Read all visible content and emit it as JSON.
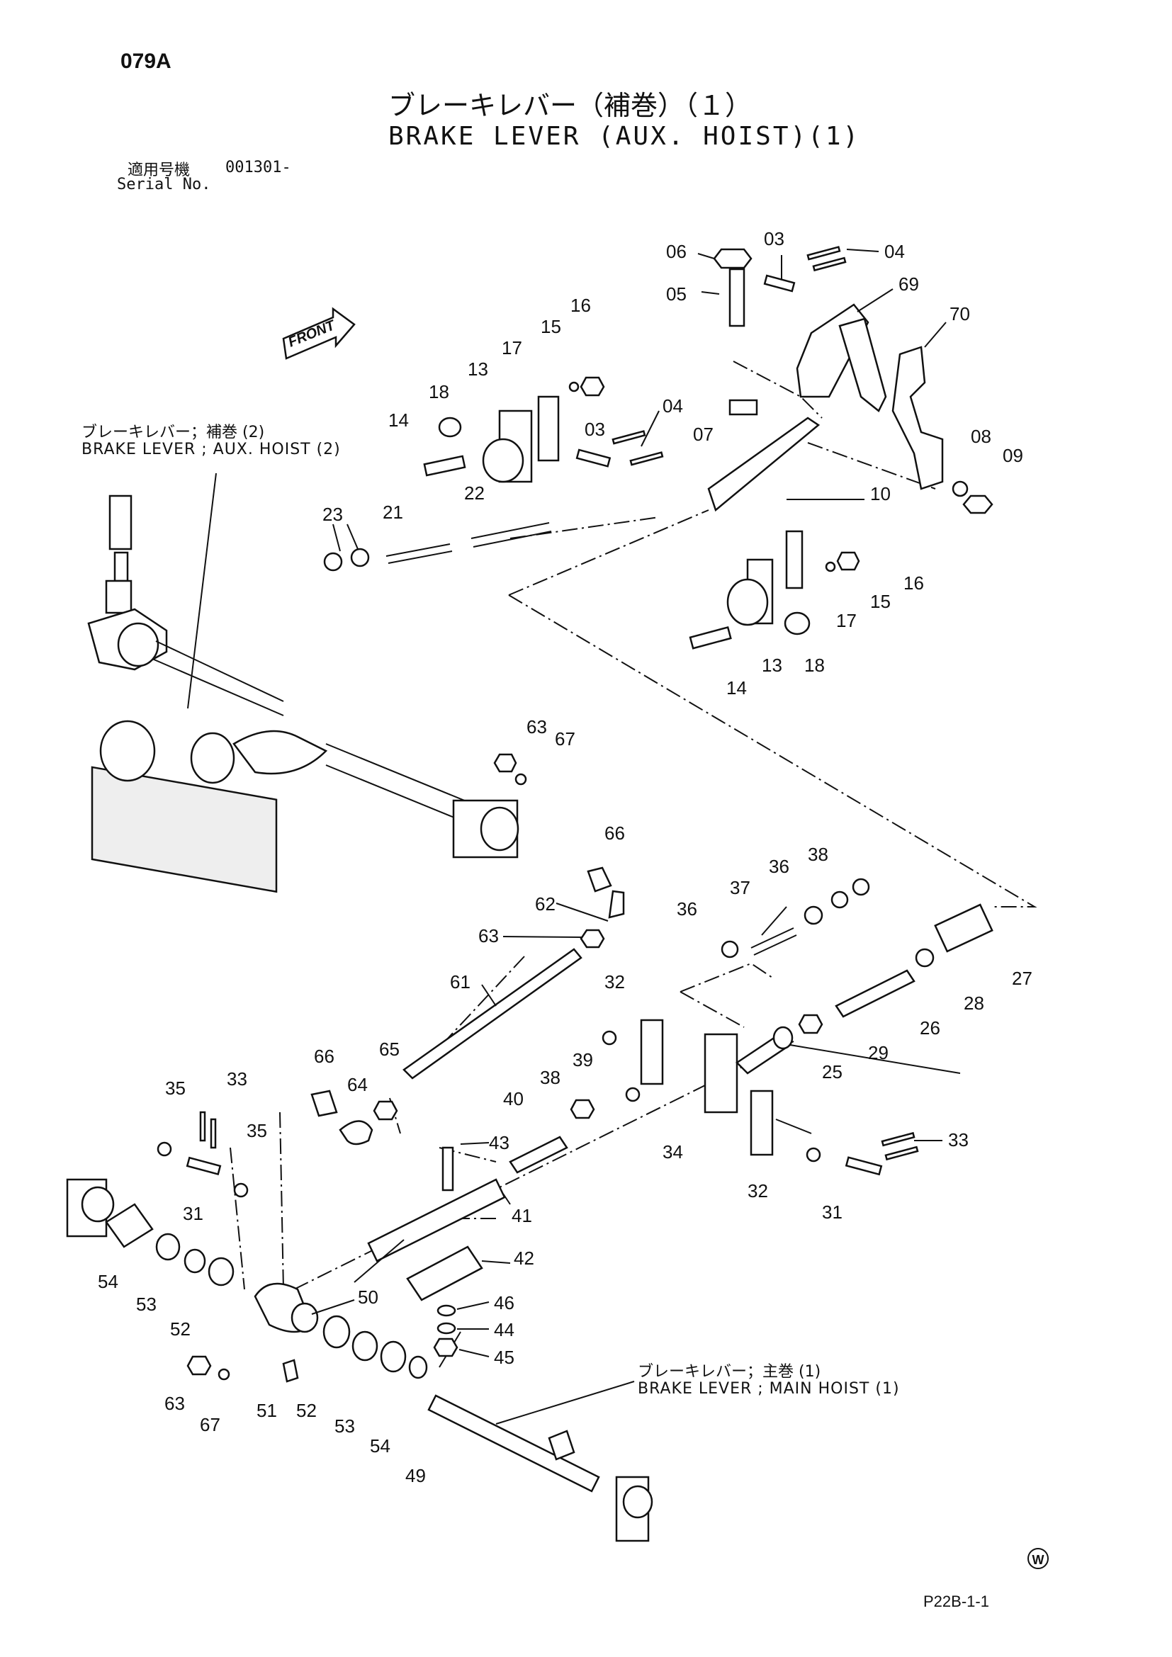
{
  "header": {
    "page_code": "079A",
    "title_jp": "ブレーキレバー（補巻）（１）",
    "title_en": "BRAKE LEVER (AUX. HOIST)(1)",
    "serial_label_jp": "適用号機",
    "serial_value": "001301-",
    "serial_label_en": "Serial No."
  },
  "notes": {
    "aux_hoist_2_jp": "ブレーキレバー；補巻 (2)",
    "aux_hoist_2_en": "BRAKE LEVER ; AUX. HOIST (2)",
    "main_hoist_1_jp": "ブレーキレバー；主巻 (1)",
    "main_hoist_1_en": "BRAKE LEVER ; MAIN HOIST (1)",
    "front_label": "FRONT"
  },
  "callouts": [
    "06",
    "03",
    "04",
    "05",
    "69",
    "70",
    "16",
    "15",
    "17",
    "13",
    "18",
    "04",
    "14",
    "03",
    "07",
    "08",
    "09",
    "23",
    "21",
    "22",
    "10",
    "16",
    "15",
    "17",
    "13",
    "18",
    "14",
    "63",
    "67",
    "66",
    "38",
    "36",
    "37",
    "36",
    "62",
    "63",
    "27",
    "28",
    "26",
    "29",
    "32",
    "61",
    "25",
    "39",
    "38",
    "66",
    "65",
    "64",
    "40",
    "43",
    "34",
    "35",
    "33",
    "35",
    "33",
    "32",
    "31",
    "31",
    "41",
    "42",
    "54",
    "53",
    "52",
    "50",
    "46",
    "44",
    "45",
    "63",
    "67",
    "51",
    "52",
    "53",
    "54",
    "49"
  ],
  "footer": {
    "mark": "W",
    "ref": "P22B-1-1"
  }
}
